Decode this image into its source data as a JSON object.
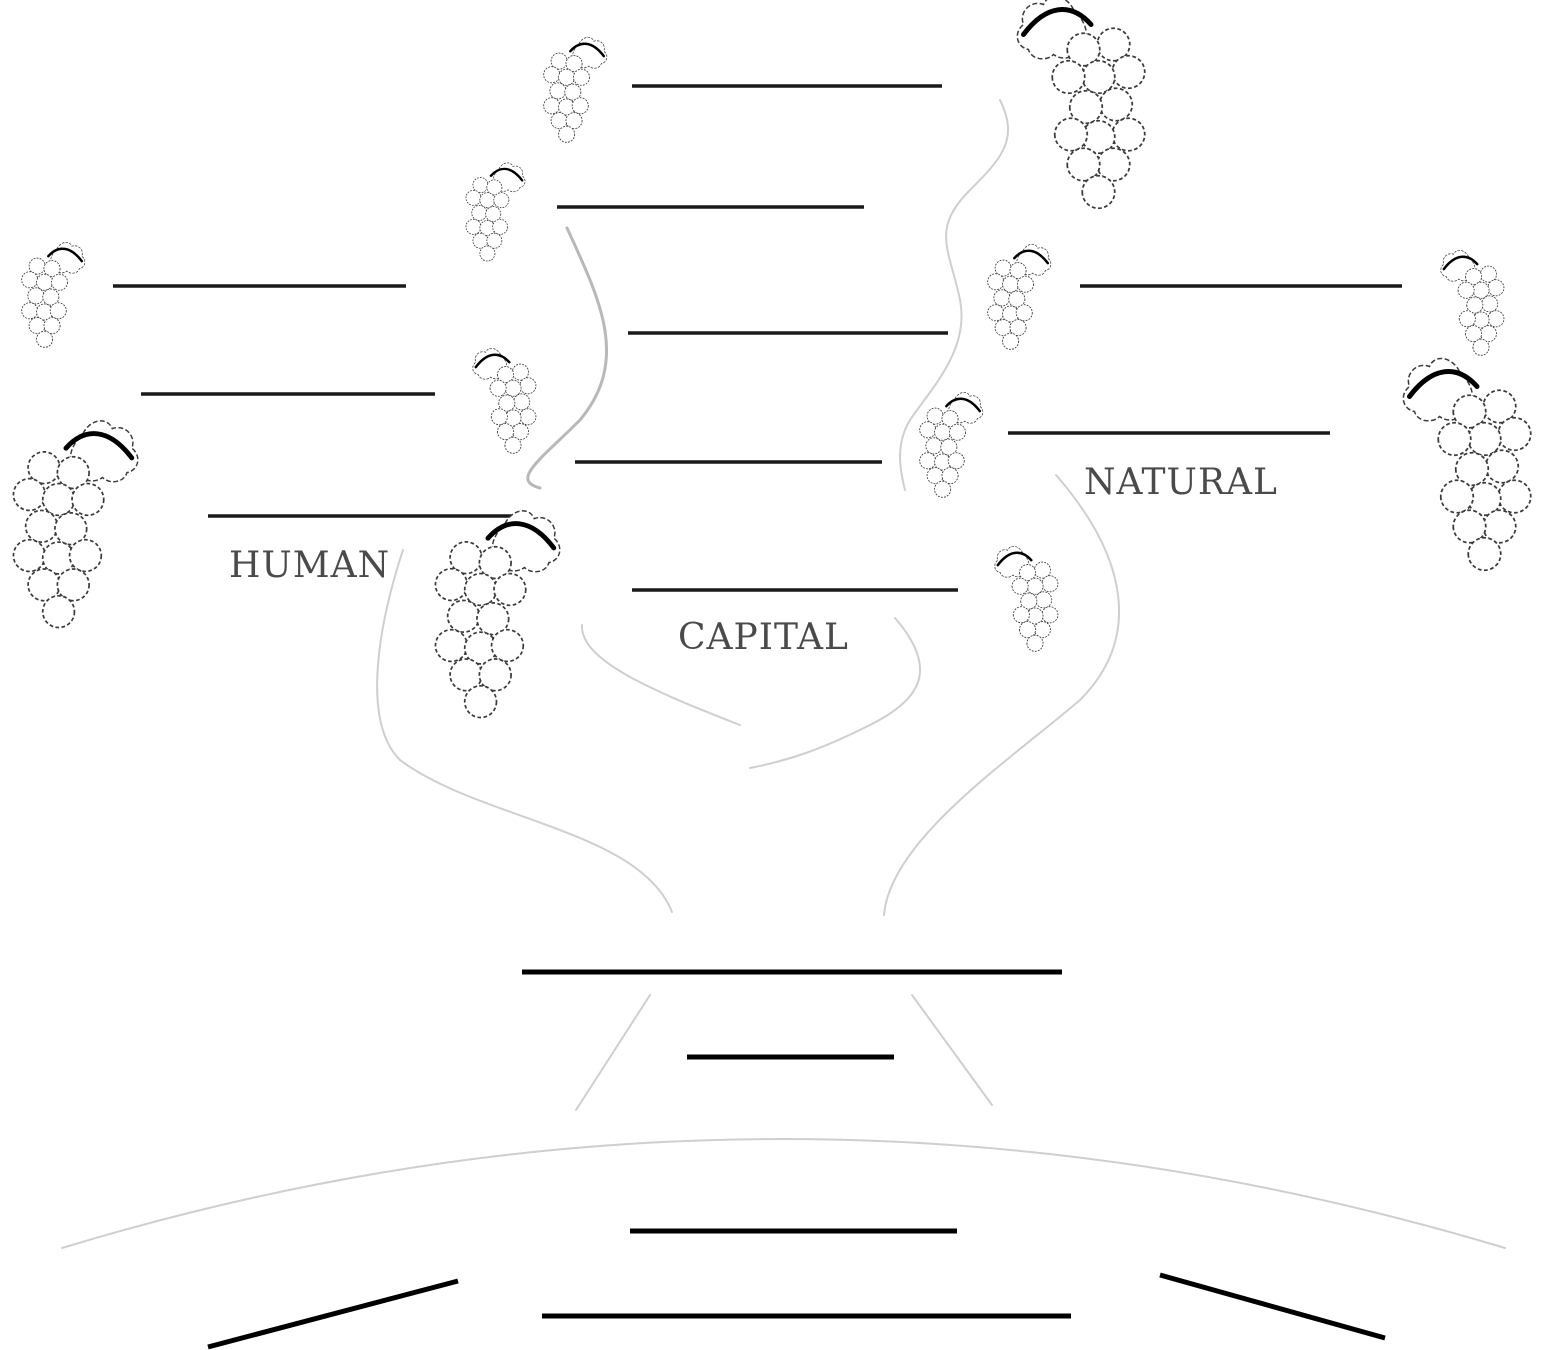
{
  "labels": {
    "human": "HUMAN",
    "capital": "CAPITAL",
    "natural": "NATURAL"
  },
  "colors": {
    "background": "#ffffff",
    "line": "#1a1a1a",
    "branch": "#cfcfcf",
    "label": "#4a4a4a"
  },
  "icons": [
    "grape-cluster-icon"
  ]
}
